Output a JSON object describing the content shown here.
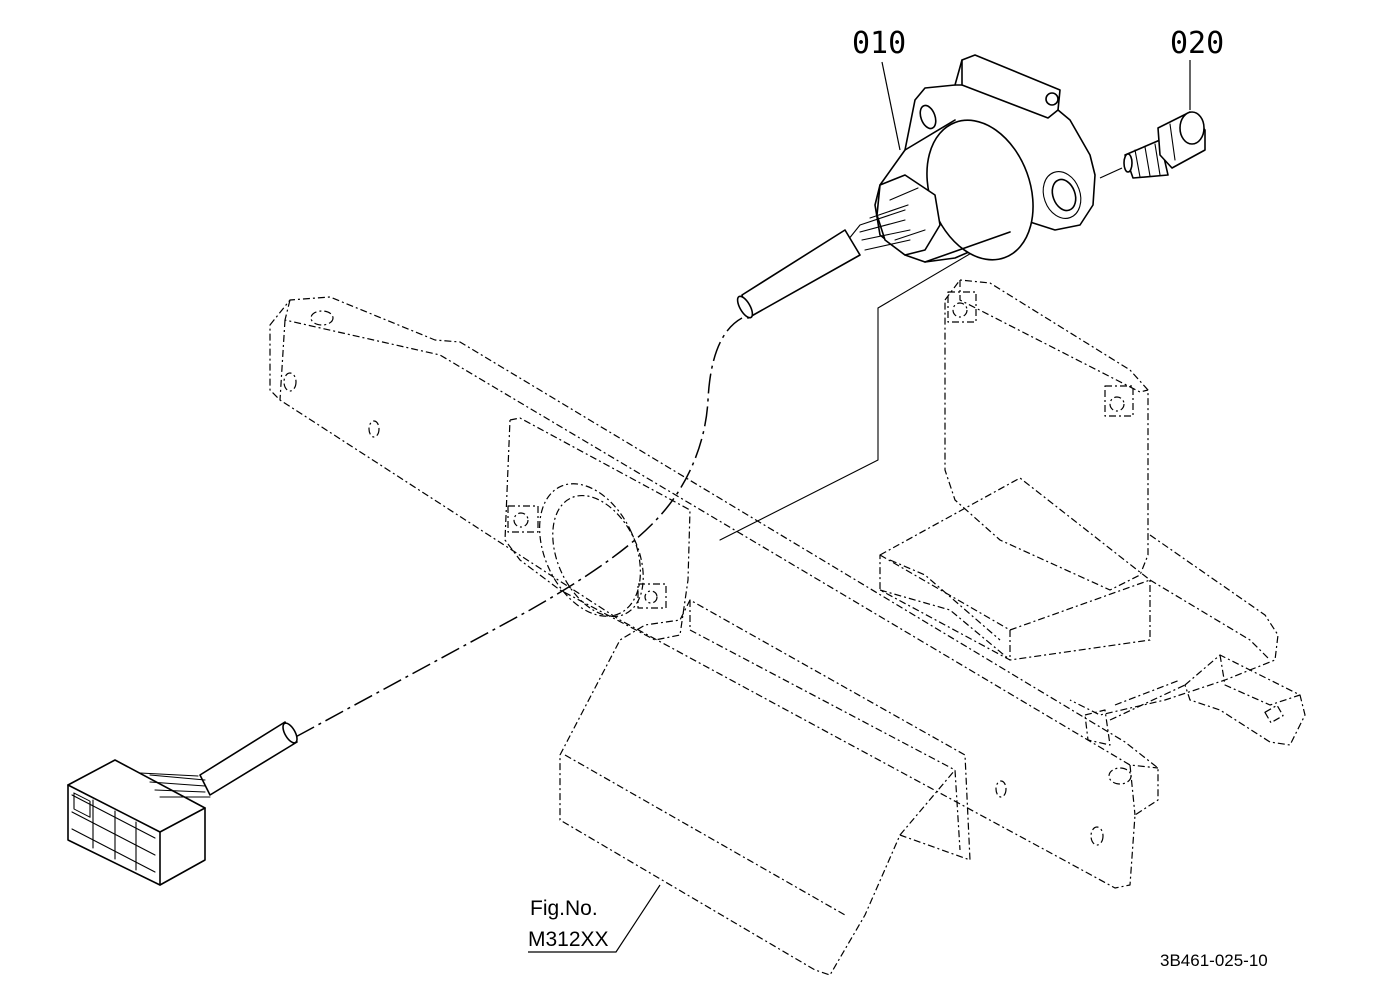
{
  "parts": [
    {
      "callout": "010"
    },
    {
      "callout": "020"
    }
  ],
  "figure": {
    "label_line1": "Fig.No.",
    "label_line2": "M312XX"
  },
  "drawing_code": "3B461-025-10",
  "colors": {
    "line": "#000000",
    "background": "#ffffff"
  }
}
